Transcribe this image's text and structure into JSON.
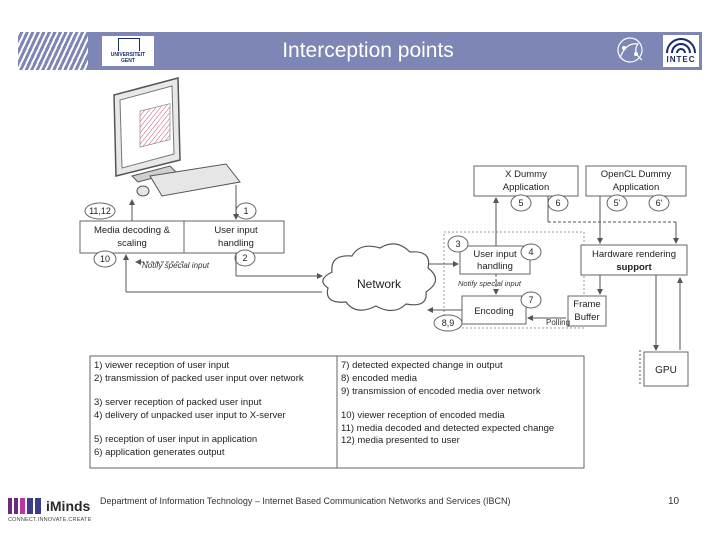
{
  "header": {
    "title": "Interception points",
    "ugent_logo_line1": "UNIVERSITEIT",
    "ugent_logo_line2": "GENT",
    "intec_logo": "INTEC"
  },
  "diagram": {
    "client": {
      "media_decoding": "Media decoding &",
      "scaling": "scaling",
      "user_input_1": "User input",
      "user_input_2": "handling",
      "notify": "Notify special input",
      "badge_11_12": "11,12",
      "badge_10": "10",
      "badge_1": "1",
      "badge_2": "2"
    },
    "network": "Network",
    "server": {
      "x_dummy_1": "X Dummy",
      "x_dummy_2": "Application",
      "opencl_1": "OpenCL Dummy",
      "opencl_2": "Application",
      "user_input_1": "User input",
      "user_input_2": "handling",
      "notify": "Notify special input",
      "hw_render_1": "Hardware rendering",
      "hw_render_2": "support",
      "encoding": "Encoding",
      "frame_1": "Frame",
      "frame_2": "Buffer",
      "polling": "Polling",
      "gpu": "GPU",
      "badge_3": "3",
      "badge_4": "4",
      "badge_5": "5",
      "badge_6": "6",
      "badge_5p": "5'",
      "badge_6p": "6'",
      "badge_7": "7",
      "badge_8_9": "8,9"
    },
    "legend": {
      "left": [
        "1) viewer reception of user input",
        "2) transmission of packed user input over network",
        "",
        "3) server reception of packed user input",
        "4) delivery of unpacked user input to X-server",
        "",
        "5) reception of user input in application",
        "6) application generates output"
      ],
      "right": [
        "7) detected expected change in output",
        "8) encoded media",
        "9) transmission of encoded media over network",
        "",
        "10) viewer reception of encoded media",
        "11) media decoded and detected expected change",
        "12) media presented to user"
      ]
    }
  },
  "footer": {
    "text": "Department of Information Technology – Internet Based Communication Networks and Services (IBCN)",
    "page": "10",
    "logo_word": "iMinds",
    "logo_tagline": "CONNECT.INNOVATE.CREATE"
  }
}
